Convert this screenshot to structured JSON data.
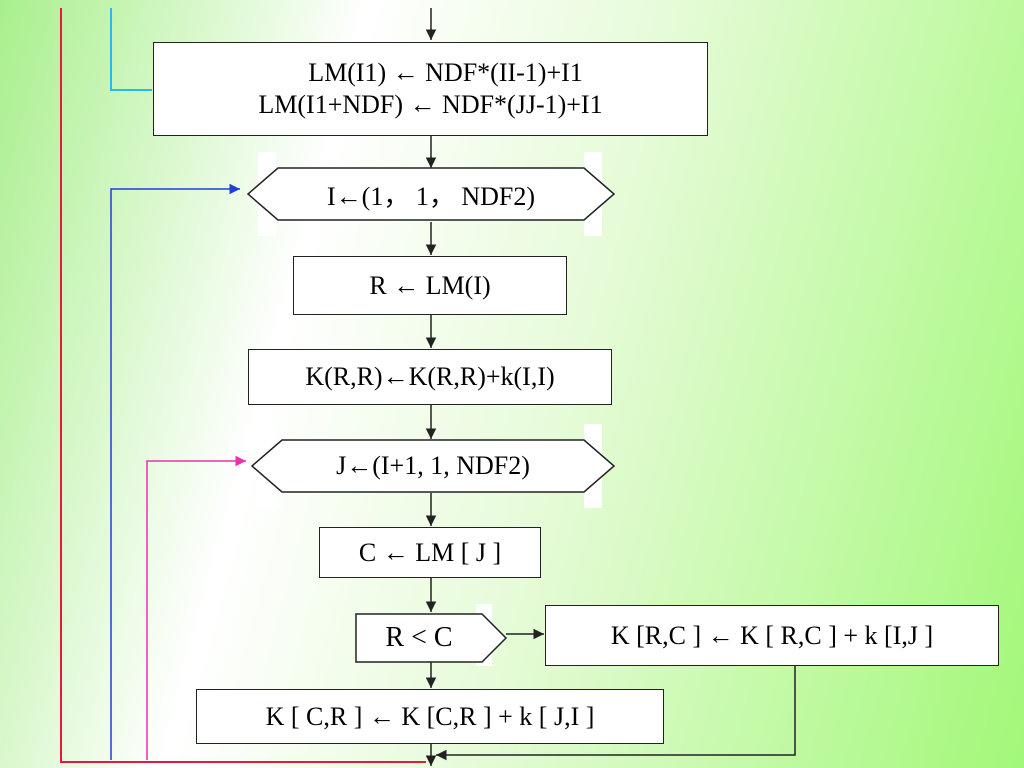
{
  "nodes": {
    "assign_lm": {
      "line1": "LM(I1) ← NDF*(II-1)+I1",
      "line2": "LM(I1+NDF) ← NDF*(JJ-1)+I1"
    },
    "loop_i": "I←(1， 1， NDF2)",
    "assign_r": "R ← LM(I)",
    "update_krr": "K(R,R)←K(R,R)+k(I,I)",
    "loop_j": "J←(I+1,  1,  NDF2)",
    "assign_c": "C ← LM [ J ]",
    "compare_rc": "R < C",
    "update_krc": "K [R,C ] ← K [ R,C ] + k [I,J ]",
    "update_kcr": "K [ C,R ] ← K [C,R ] + k [ J,I ]"
  },
  "colors": {
    "line_black": "#222222",
    "loop_red": "#e8173c",
    "loop_cyan": "#29b8f0",
    "loop_blue": "#1c3fd6",
    "loop_magenta": "#ee2fae"
  }
}
